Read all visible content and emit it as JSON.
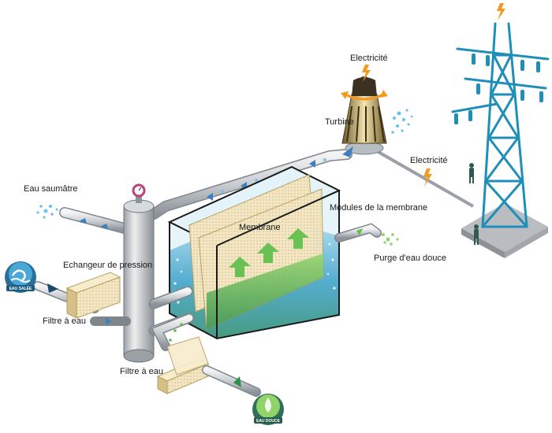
{
  "labels": {
    "electricite_top": "Electricité",
    "turbine": "Turbine",
    "electricite_right": "Electricité",
    "eau_saumatre": "Eau saumâtre",
    "modules_membrane": "Modules de la membrane",
    "membrane": "Membrane",
    "echangeur": "Echangeur de pression",
    "purge": "Purge d'eau douce",
    "filtre_left": "Filtre à eau",
    "filtre_bottom": "Filtre à eau"
  },
  "badges": {
    "salt": "EAU SALÉE",
    "fresh": "EAU DOUCE"
  },
  "colors": {
    "salt_water": "#4aa8d8",
    "fresh_water": "#5cbf4a",
    "pylon": "#1f8fb8",
    "tank_glass": "#9fd3e8",
    "lightning": "#f29a1f"
  }
}
